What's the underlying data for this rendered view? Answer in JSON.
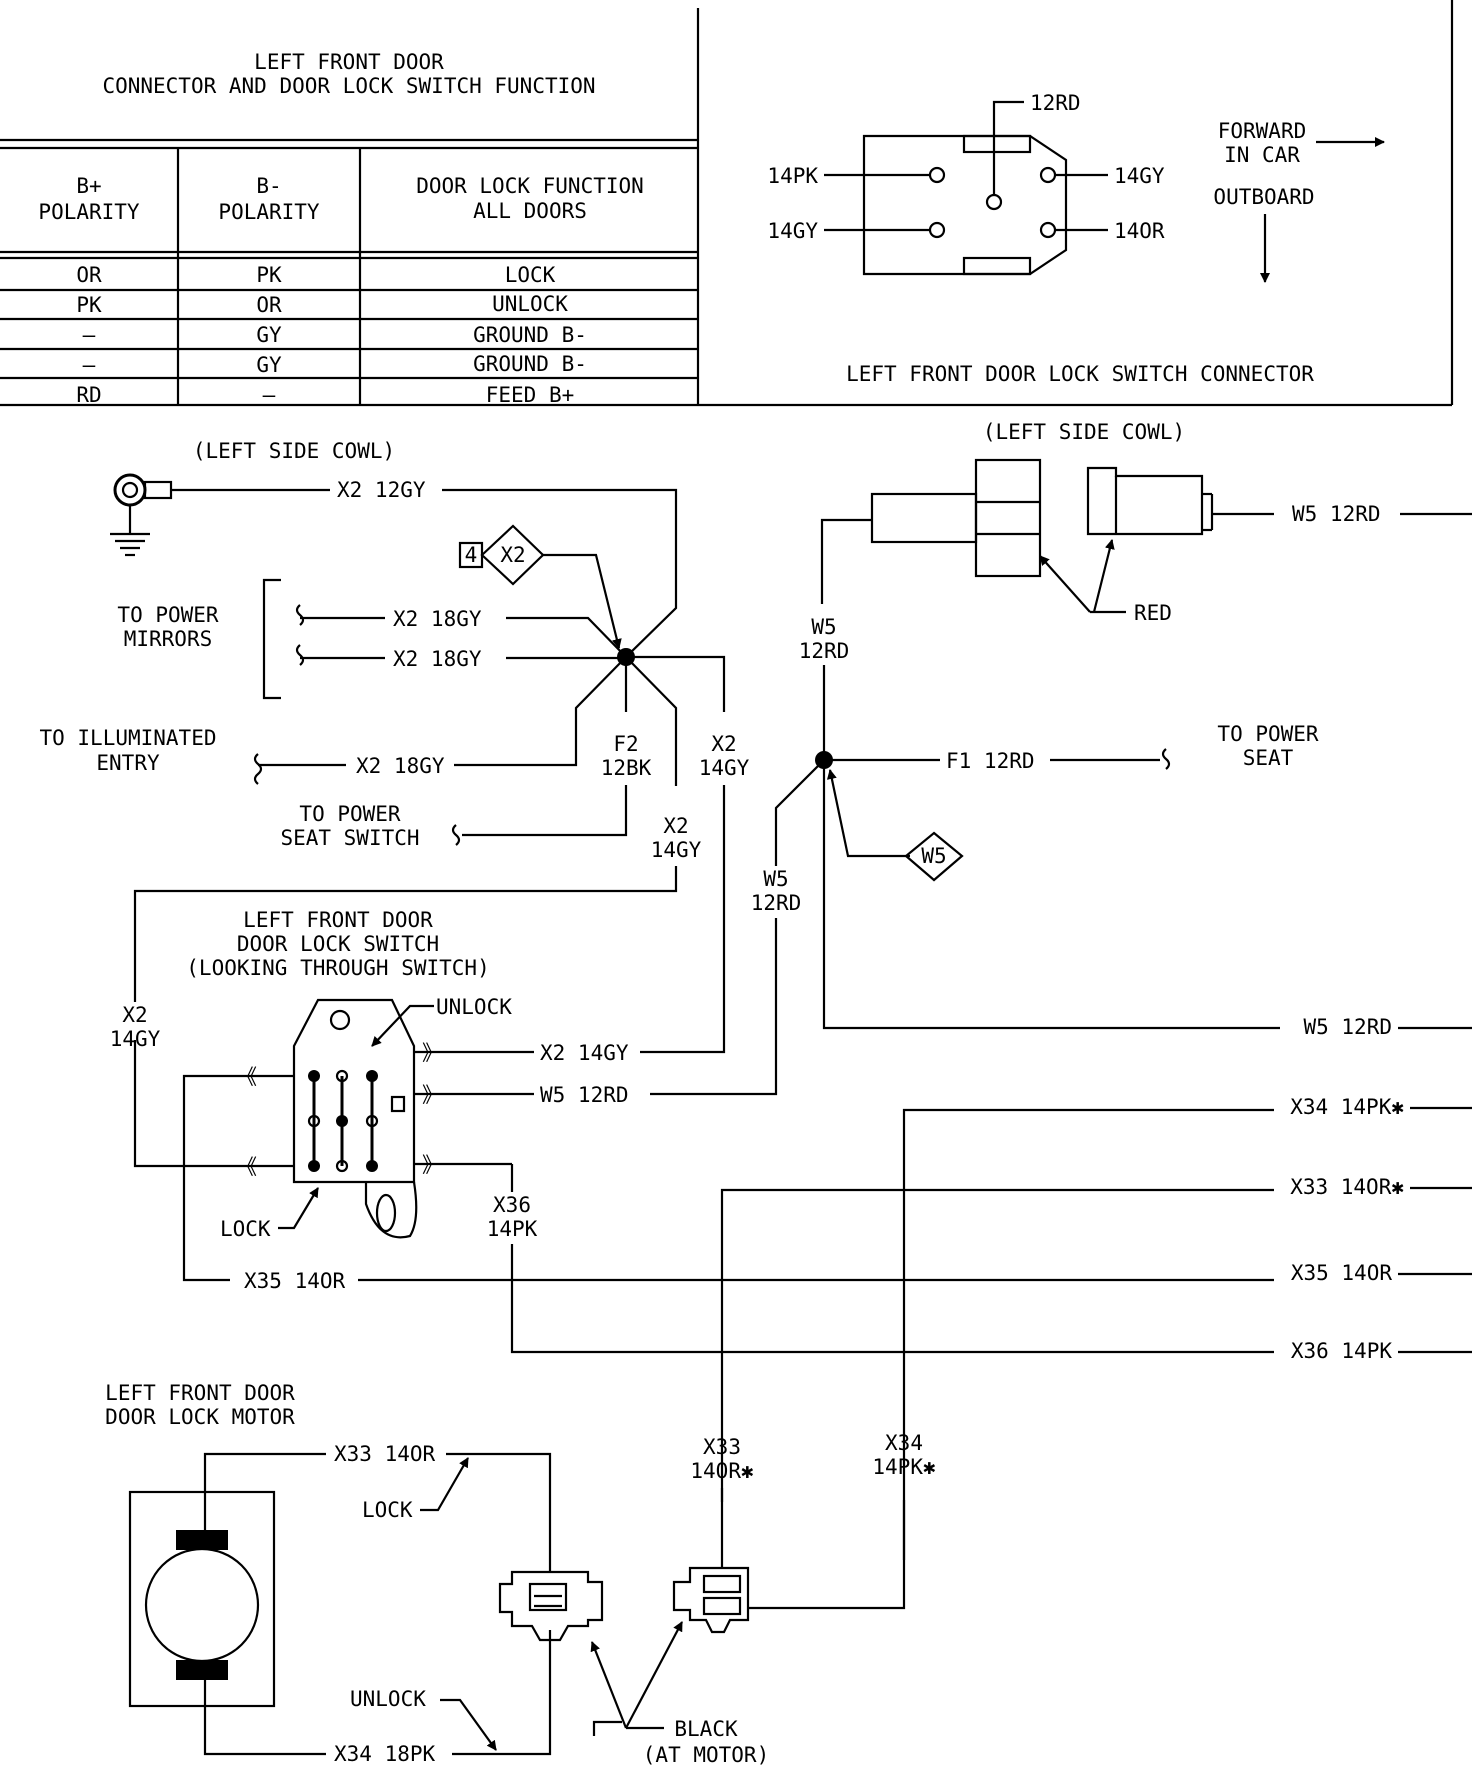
{
  "table": {
    "title_line1": "LEFT FRONT DOOR",
    "title_line2": "CONNECTOR AND DOOR LOCK SWITCH FUNCTION",
    "headers": {
      "bplus_line1": "B+",
      "bplus_line2": "POLARITY",
      "bminus_line1": "B-",
      "bminus_line2": "POLARITY",
      "func_line1": "DOOR LOCK FUNCTION",
      "func_line2": "ALL DOORS"
    },
    "rows": [
      {
        "bplus": "OR",
        "bminus": "PK",
        "function": "LOCK"
      },
      {
        "bplus": "PK",
        "bminus": "OR",
        "function": "UNLOCK"
      },
      {
        "bplus": "—",
        "bminus": "GY",
        "function": "GROUND B-"
      },
      {
        "bplus": "—",
        "bminus": "GY",
        "function": "GROUND B-"
      },
      {
        "bplus": "RD",
        "bminus": "—",
        "function": "FEED B+"
      }
    ]
  },
  "switch_connector": {
    "title": "LEFT FRONT DOOR LOCK SWITCH CONNECTOR",
    "pins": {
      "top": "12RD",
      "left_top": "14PK",
      "left_bottom": "14GY",
      "right_top": "14GY",
      "right_bottom": "14OR"
    },
    "forward_line1": "FORWARD",
    "forward_line2": "IN CAR",
    "outboard": "OUTBOARD"
  },
  "left_side": {
    "cowl_label": "(LEFT SIDE COWL)",
    "ground_wire": "X2 12GY",
    "splice_box_num": "4",
    "splice_diamond": "X2",
    "mirrors_line1": "TO POWER",
    "mirrors_line2": "MIRRORS",
    "mirror_wire_1": "X2 18GY",
    "mirror_wire_2": "X2 18GY",
    "entry_line1": "TO ILLUMINATED",
    "entry_line2": "ENTRY",
    "entry_wire": "X2 18GY",
    "f2_line1": "F2",
    "f2_line2": "12BK",
    "x2a_line1": "X2",
    "x2a_line2": "14GY",
    "x2b_line1": "X2",
    "x2b_line2": "14GY",
    "seat_switch_line1": "TO POWER",
    "seat_switch_line2": "SEAT SWITCH",
    "x2c_line1": "X2",
    "x2c_line2": "14GY"
  },
  "right_side": {
    "cowl_label": "(LEFT SIDE COWL)",
    "w5_out": "W5 12RD",
    "red": "RED",
    "w5a_line1": "W5",
    "w5a_line2": "12RD",
    "f1_wire": "F1 12RD",
    "seat_line1": "TO POWER",
    "seat_line2": "SEAT",
    "w5_diamond": "W5",
    "w5b_line1": "W5",
    "w5b_line2": "12RD"
  },
  "door_switch": {
    "title_line1": "LEFT FRONT DOOR",
    "title_line2": "DOOR LOCK SWITCH",
    "title_line3": "(LOOKING THROUGH SWITCH)",
    "unlock": "UNLOCK",
    "lock": "LOCK",
    "wire_x2": "X2 14GY",
    "wire_w5": "W5 12RD",
    "x36_line1": "X36",
    "x36_line2": "14PK",
    "x35": "X35 14OR"
  },
  "outputs": {
    "w5": "W5 12RD",
    "x34": "X34 14PK✱",
    "x33": "X33 14OR✱",
    "x35": "X35 14OR",
    "x36": "X36 14PK"
  },
  "motor": {
    "title_line1": "LEFT FRONT DOOR",
    "title_line2": "DOOR LOCK MOTOR",
    "x33_wire": "X33 14OR",
    "lock": "LOCK",
    "unlock": "UNLOCK",
    "x34_wire": "X34 18PK",
    "x33b_line1": "X33",
    "x33b_line2": "14OR✱",
    "x34b_line1": "X34",
    "x34b_line2": "14PK✱",
    "black_line1": "BLACK",
    "black_line2": "(AT MOTOR)"
  }
}
